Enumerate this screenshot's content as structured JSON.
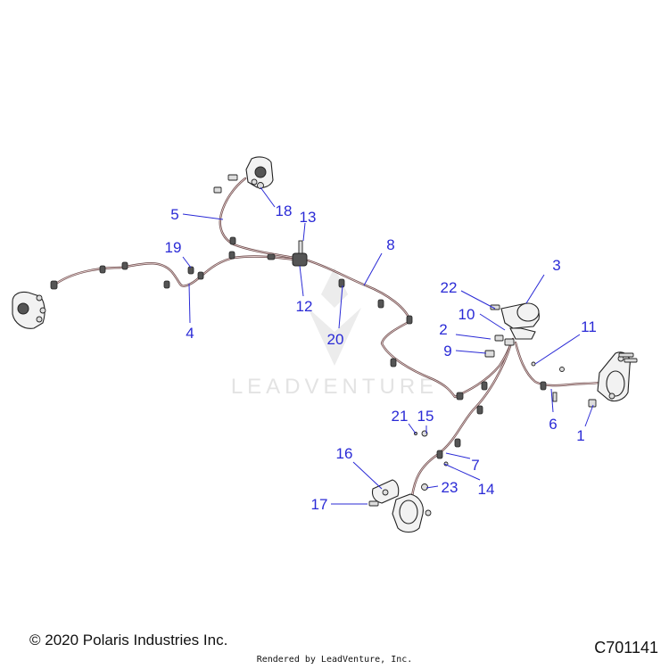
{
  "diagram": {
    "callouts": [
      "1",
      "2",
      "3",
      "4",
      "5",
      "6",
      "7",
      "8",
      "9",
      "10",
      "11",
      "12",
      "13",
      "14",
      "15",
      "16",
      "17",
      "18",
      "19",
      "20",
      "21",
      "22",
      "23"
    ],
    "watermark": "LEADVENTURE"
  },
  "footer": {
    "copyright": "© 2020 Polaris Industries Inc.",
    "rendered_by": "Rendered by LeadVenture, Inc.",
    "drawing_number": "C701141"
  }
}
